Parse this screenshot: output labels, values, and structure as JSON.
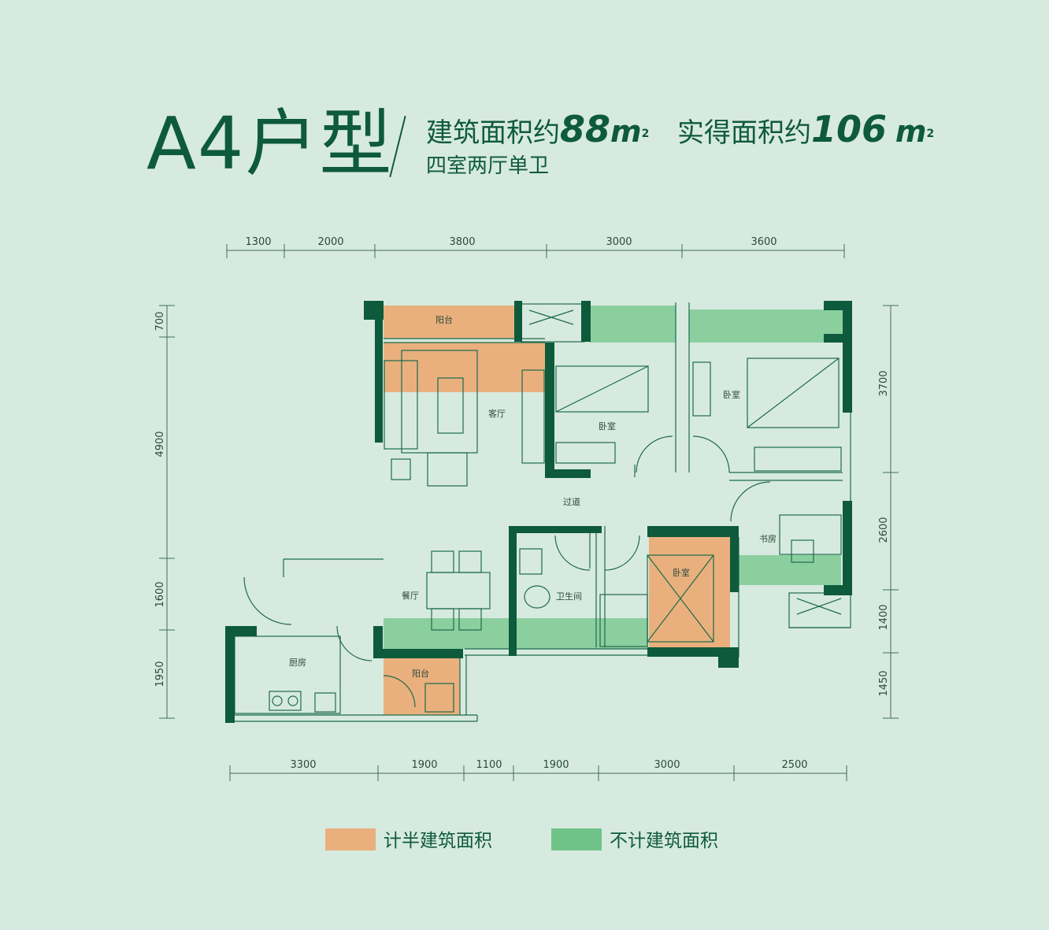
{
  "title": {
    "unit_type": "A4户型",
    "building_area_label": "建筑面积约",
    "building_area_value": "88",
    "actual_area_label": "实得面积约",
    "actual_area_value": "106",
    "unit": "m",
    "unit_sup": "2",
    "layout": "四室两厅单卫"
  },
  "dimensions": {
    "top": [
      "1300",
      "2000",
      "3800",
      "3000",
      "3600"
    ],
    "bottom": [
      "3300",
      "1900",
      "1100",
      "1900",
      "3000",
      "2500"
    ],
    "left": [
      "700",
      "4900",
      "1600",
      "1950"
    ],
    "right": [
      "3700",
      "2600",
      "1400",
      "1450"
    ]
  },
  "rooms": {
    "balcony_top": "阳台",
    "living": "客厅",
    "bedroom_1": "卧室",
    "bedroom_2": "卧室",
    "corridor": "过道",
    "study": "书房",
    "dining": "餐厅",
    "bathroom": "卫生间",
    "bedroom_3": "卧室",
    "kitchen": "厨房",
    "balcony_bottom": "阳台"
  },
  "legend": [
    {
      "label": "计半建筑面积",
      "color": "#e9b07d"
    },
    {
      "label": "不计建筑面积",
      "color": "#6fc389"
    }
  ],
  "colors": {
    "background": "#d7eadf",
    "wall": "#0e5a3c",
    "half_area": "#e9b07d",
    "excluded_area": "#8ccf9f"
  }
}
